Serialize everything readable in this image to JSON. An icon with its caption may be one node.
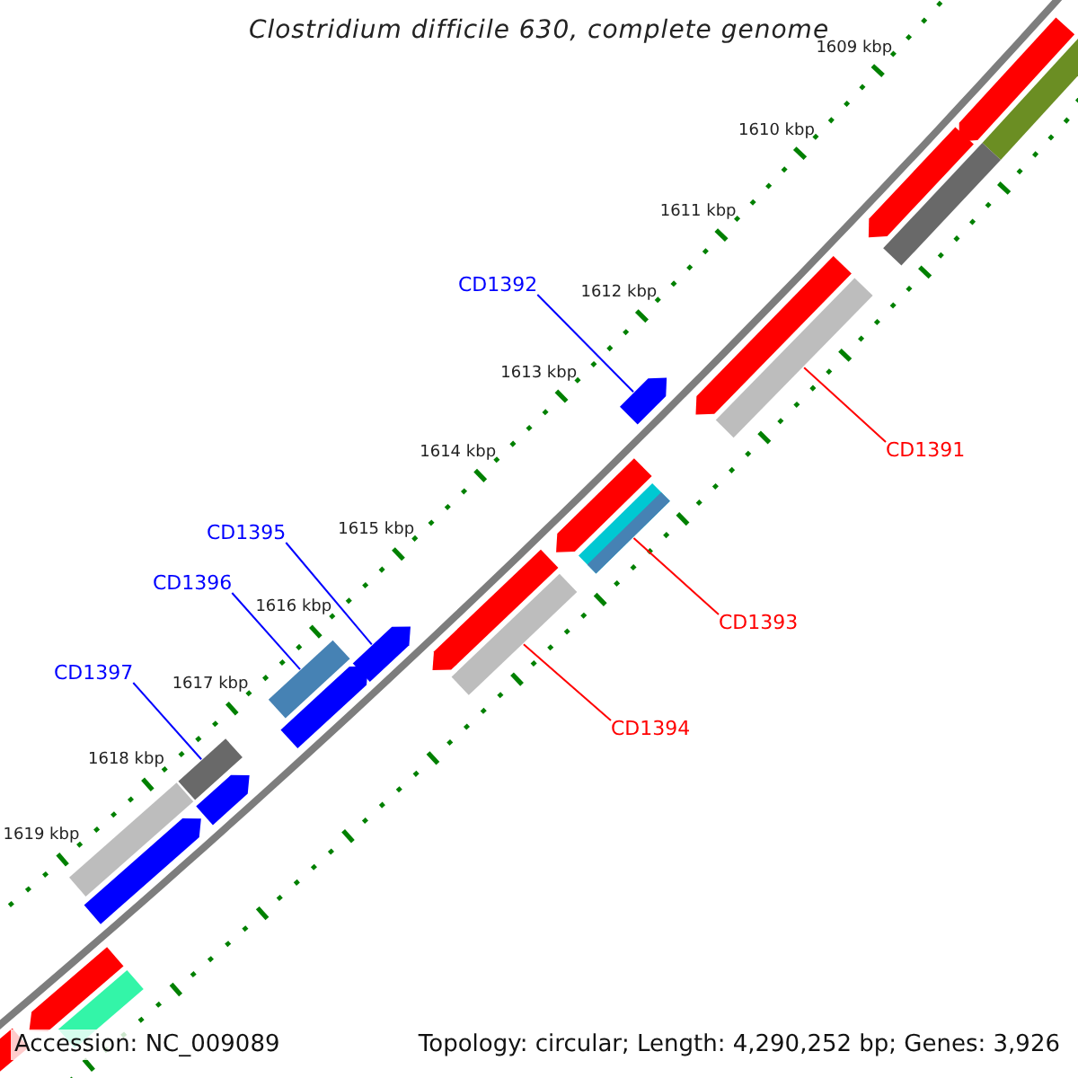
{
  "diagram": {
    "title": "Clostridium difficile 630, complete genome",
    "nodes": [
      {
        "text": [
          "CD1392"
        ]
      },
      {
        "text": [
          "CD1391"
        ]
      },
      {
        "text": [
          "CD1395"
        ]
      },
      {
        "text": [
          "CD1396"
        ]
      },
      {
        "text": [
          "CD1393"
        ]
      },
      {
        "text": [
          "CD1397"
        ]
      },
      {
        "text": [
          "CD1394"
        ]
      },
      {
        "text": [],
        "shape": "arrow"
      },
      {
        "text": [],
        "shape": "bar"
      },
      {
        "text": [],
        "shape": "arrow"
      },
      {
        "text": [],
        "shape": "bar"
      },
      {
        "text": [],
        "shape": "arrow"
      },
      {
        "text": [],
        "shape": "bar"
      },
      {
        "text": [],
        "shape": "arrow"
      },
      {
        "text": [],
        "shape": "arrow"
      },
      {
        "text": [],
        "shape": "bar"
      },
      {
        "text": [],
        "shape": "arrow"
      },
      {
        "text": [],
        "shape": "bar"
      },
      {
        "text": [],
        "shape": "arrow"
      },
      {
        "text": [],
        "shape": "bar"
      },
      {
        "text": [],
        "shape": "arrow"
      },
      {
        "text": [],
        "shape": "bar"
      },
      {
        "text": [],
        "shape": "arrow"
      },
      {
        "text": [],
        "shape": "bar"
      },
      {
        "text": [],
        "shape": "arrow"
      },
      {
        "text": [],
        "shape": "arrow"
      },
      {
        "text": [],
        "shape": "bar"
      },
      {
        "text": [],
        "shape": "arrow"
      }
    ],
    "edges": [
      {
        "from": 0,
        "to": 13,
        "arrow": "none"
      },
      {
        "from": 1,
        "to": 12,
        "arrow": "none",
        "color": "#ff0000"
      },
      {
        "from": 2,
        "to": 18,
        "arrow": "none"
      },
      {
        "from": 3,
        "to": 19,
        "arrow": "none"
      },
      {
        "from": 4,
        "to": 15,
        "arrow": "none",
        "color": "#ff0000"
      },
      {
        "from": 5,
        "to": 21,
        "arrow": "none"
      },
      {
        "from": 6,
        "to": 17,
        "arrow": "none",
        "color": "#ff0000"
      }
    ],
    "labels": [
      "1609 kbp",
      "1610 kbp",
      "1611 kbp",
      "1612 kbp",
      "1613 kbp",
      "1614 kbp",
      "1615 kbp",
      "1616 kbp",
      "1617 kbp",
      "1618 kbp",
      "1619 kbp",
      "Accession: NC_009089",
      "Topology: circular; Length: 4,290,252 bp; Genes: 3,926"
    ]
  }
}
